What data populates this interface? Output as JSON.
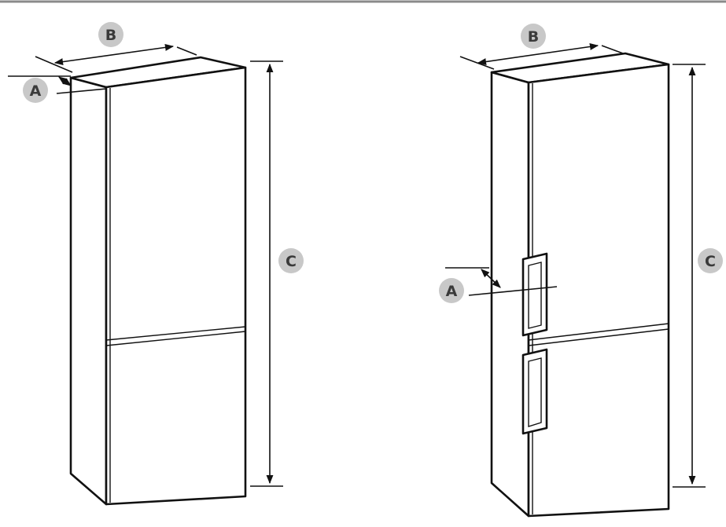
{
  "colors": {
    "badge_fill": "#c8c8c8",
    "line": "#111111",
    "top_rule": "#8a8a8a"
  },
  "fridge_left": {
    "label_a": "A",
    "label_b": "B",
    "label_c": "C"
  },
  "fridge_right": {
    "label_a": "A",
    "label_b": "B",
    "label_c": "C"
  }
}
